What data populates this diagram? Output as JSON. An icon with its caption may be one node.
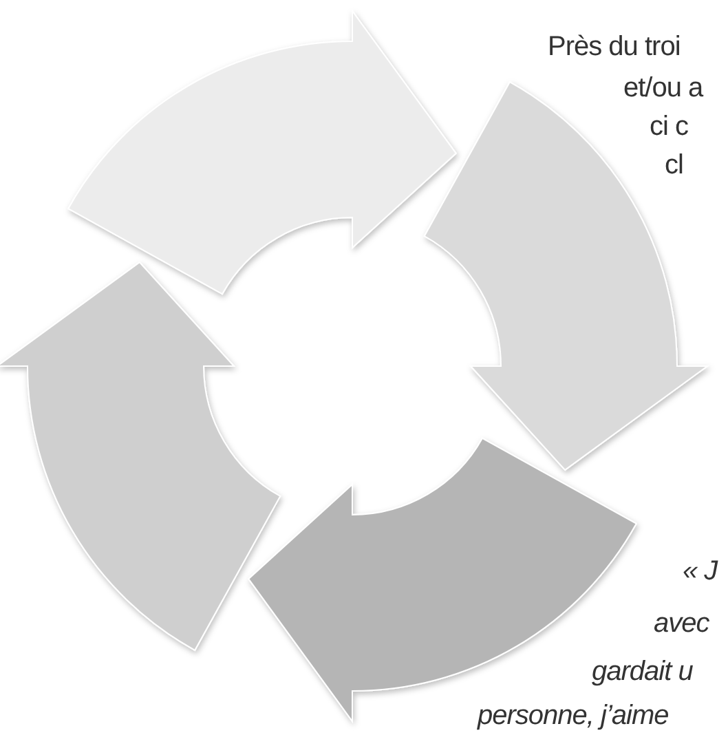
{
  "diagram": {
    "nodes": [
      {
        "text": [],
        "shape": "arrow"
      },
      {
        "text": [],
        "shape": "arrow"
      },
      {
        "text": [],
        "shape": "arrow"
      },
      {
        "text": [],
        "shape": "arrow"
      }
    ],
    "labels": [
      "Près du troi",
      "et/ou a",
      "ci c",
      "cl",
      "« J",
      "avec",
      "gardait u",
      "personne, j’aime"
    ]
  }
}
